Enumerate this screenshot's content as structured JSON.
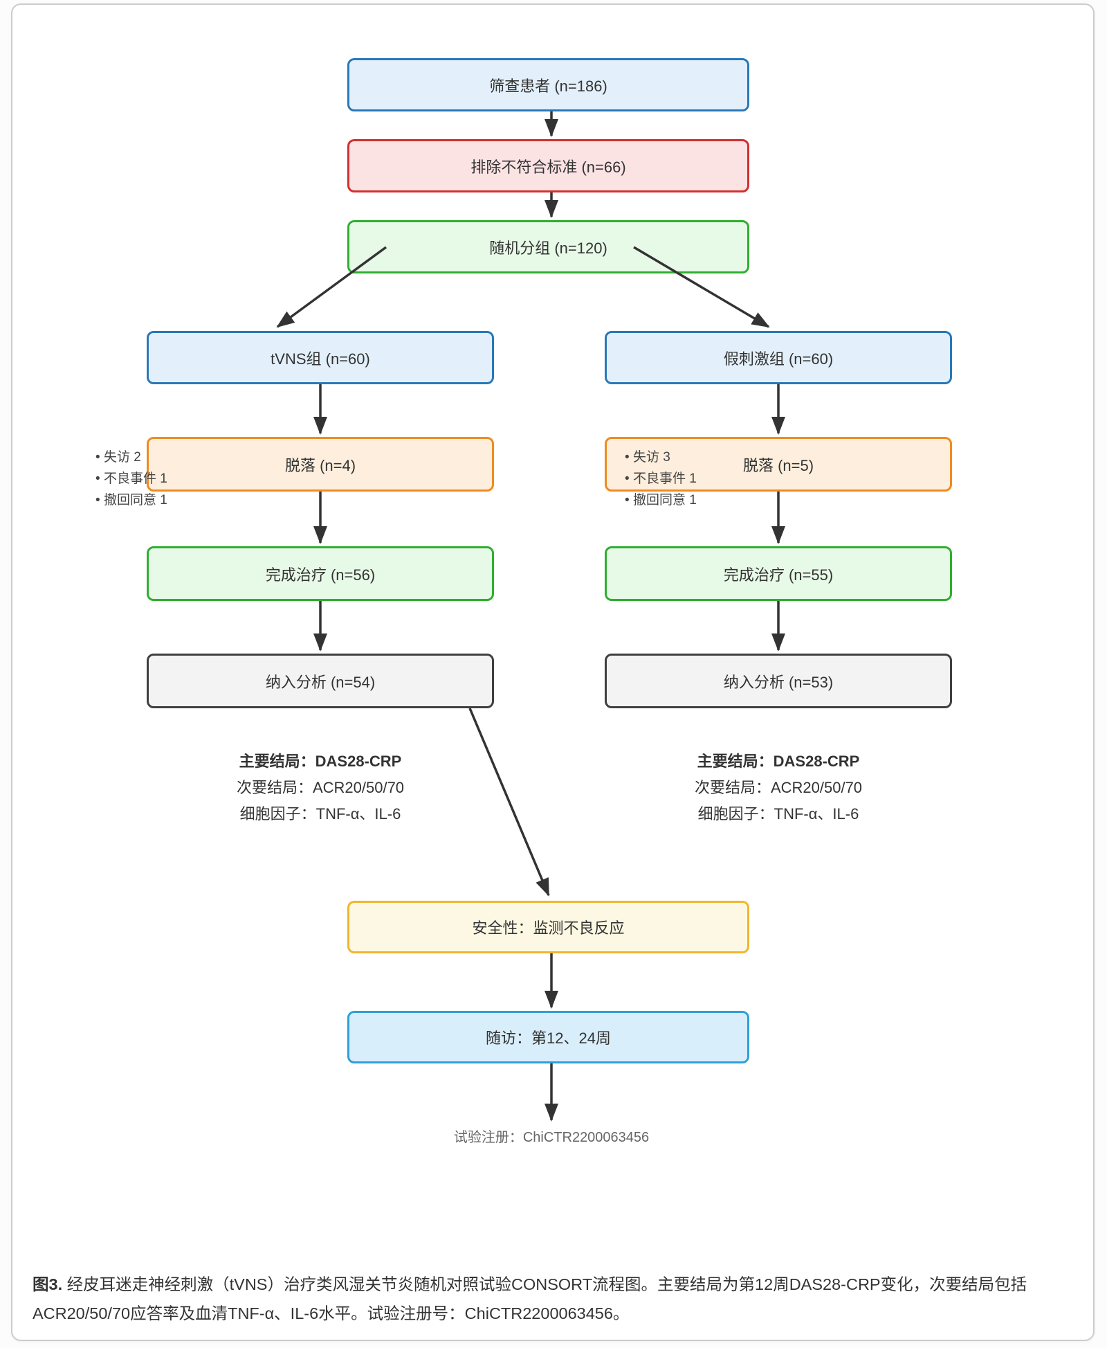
{
  "figure": {
    "nodes": {
      "screened": {
        "label": "筛查患者 (n=186)"
      },
      "excluded": {
        "label": "排除不符合标准 (n=66)"
      },
      "randomized": {
        "label": "随机分组 (n=120)"
      },
      "tvns_group": {
        "label": "tVNS组 (n=60)"
      },
      "sham_group": {
        "label": "假刺激组 (n=60)"
      },
      "tvns_dropout": {
        "label": "脱落 (n=4)"
      },
      "sham_dropout": {
        "label": "脱落 (n=5)"
      },
      "tvns_completed": {
        "label": "完成治疗 (n=56)"
      },
      "sham_completed": {
        "label": "完成治疗 (n=55)"
      },
      "tvns_analyzed": {
        "label": "纳入分析 (n=54)"
      },
      "sham_analyzed": {
        "label": "纳入分析 (n=53)"
      },
      "safety": {
        "label": "安全性：监测不良反应"
      },
      "followup": {
        "label": "随访：第12、24周"
      }
    },
    "tvns_dropout_reasons": [
      "失访 2",
      "不良事件 1",
      "撤回同意 1"
    ],
    "sham_dropout_reasons": [
      "失访 3",
      "不良事件 1",
      "撤回同意 1"
    ],
    "tvns_outcomes": {
      "primary": "主要结局：DAS28-CRP",
      "secondary": "次要结局：ACR20/50/70",
      "cytokines": "细胞因子：TNF-α、IL-6"
    },
    "sham_outcomes": {
      "primary": "主要结局：DAS28-CRP",
      "secondary": "次要结局：ACR20/50/70",
      "cytokines": "细胞因子：TNF-α、IL-6"
    },
    "registration": "试验注册：ChiCTR2200063456",
    "caption": {
      "prefix": "图3.",
      "text": " 经皮耳迷走神经刺激（tVNS）治疗类风湿关节炎随机对照试验CONSORT流程图。主要结局为第12周DAS28-CRP变化，次要结局包括ACR20/50/70应答率及血清TNF-α、IL-6水平。试验注册号：ChiCTR2200063456。"
    },
    "colors": {
      "blue_border": "#2878b8",
      "blue_fill": "#e3f0fb",
      "red_border": "#d22f2f",
      "red_fill": "#fbe3e4",
      "green_border": "#2eaf2e",
      "green_fill": "#e7f9e7",
      "orange_border": "#ef8b1f",
      "orange_fill": "#fdeedd",
      "gray_border": "#3f3f3f",
      "gray_fill": "#f3f3f3",
      "yellow_border": "#f2b52b",
      "yellow_fill": "#fdf8e3",
      "followup_border": "#2d9fd9",
      "followup_fill": "#d9eefb",
      "arrow": "#333333"
    }
  }
}
